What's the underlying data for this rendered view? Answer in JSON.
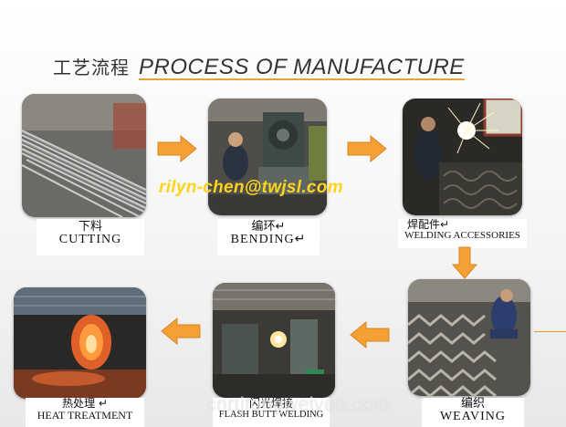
{
  "title": {
    "cn": "工艺流程",
    "en": "PROCESS OF MANUFACTURE"
  },
  "steps": [
    {
      "cn": "下料",
      "en": "CUTTING"
    },
    {
      "cn": "编环↵",
      "en": "BENDING↵"
    },
    {
      "cn": "焊配件↵",
      "en": "WELDING  ACCESSORIES"
    },
    {
      "cn": "编织",
      "en": "WEAVING"
    },
    {
      "cn": "闪光焊接",
      "en": "FLASH BUTT WELDING"
    },
    {
      "cn": "热处理 ↵",
      "en": "HEAT TREATMENT"
    }
  ],
  "email": "rilyn-chen@twjsl.com",
  "watermark": "cnrtjtongweiven.com",
  "colors": {
    "arrow": "#f5a035",
    "arrow_stroke": "#d98422",
    "email": "#ffd41a"
  }
}
